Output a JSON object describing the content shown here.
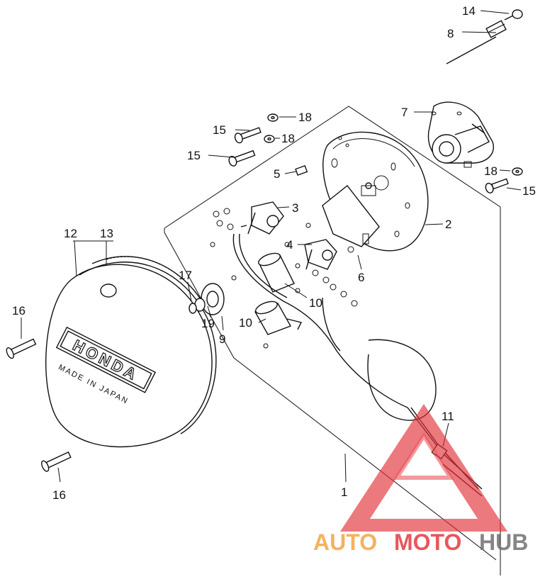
{
  "diagram": {
    "callouts": [
      {
        "id": "c14",
        "text": "14"
      },
      {
        "id": "c8",
        "text": "8"
      },
      {
        "id": "c7",
        "text": "7"
      },
      {
        "id": "c15a",
        "text": "15"
      },
      {
        "id": "c18a",
        "text": "18"
      },
      {
        "id": "c18b",
        "text": "18"
      },
      {
        "id": "c15b",
        "text": "15"
      },
      {
        "id": "c5",
        "text": "5"
      },
      {
        "id": "c18c",
        "text": "18"
      },
      {
        "id": "c15c",
        "text": "15"
      },
      {
        "id": "c3",
        "text": "3"
      },
      {
        "id": "c2",
        "text": "2"
      },
      {
        "id": "c4",
        "text": "4"
      },
      {
        "id": "c6",
        "text": "6"
      },
      {
        "id": "c12",
        "text": "12"
      },
      {
        "id": "c13",
        "text": "13"
      },
      {
        "id": "c17",
        "text": "17"
      },
      {
        "id": "c10a",
        "text": "10"
      },
      {
        "id": "c10b",
        "text": "10"
      },
      {
        "id": "c19",
        "text": "19"
      },
      {
        "id": "c9",
        "text": "9"
      },
      {
        "id": "c16a",
        "text": "16"
      },
      {
        "id": "c11",
        "text": "11"
      },
      {
        "id": "c1",
        "text": "1"
      },
      {
        "id": "c16b",
        "text": "16"
      }
    ],
    "cover_brand": "HONDA",
    "cover_origin": "MADE IN JAPAN",
    "colors": {
      "ink": "#111111",
      "logo_red": "#e4333a",
      "logo_orange": "#f2a23d",
      "logo_grey": "#6b6b6b"
    }
  },
  "watermark": {
    "part1": "AUTO",
    "part2": "MOTO",
    "part3": "HUB"
  }
}
